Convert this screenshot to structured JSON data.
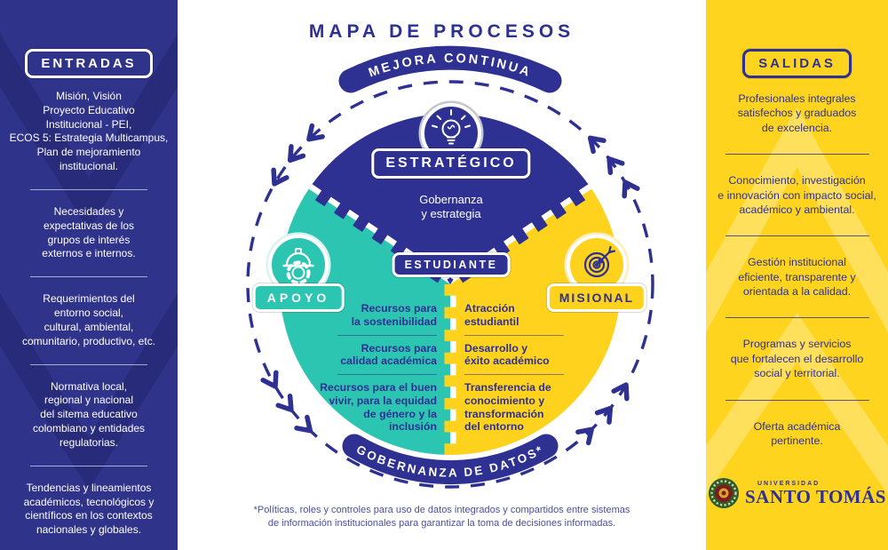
{
  "title": "MAPA DE PROCESOS",
  "colors": {
    "navy": "#2e3192",
    "teal": "#2cc5b2",
    "yellow": "#ffd21e",
    "panel_navy": "#30338a",
    "panel_yellow": "#ffd41f",
    "footnote": "#4b4fa0"
  },
  "entradas": {
    "header": "ENTRADAS",
    "items": [
      "Misión, Visión\nProyecto Educativo\nInstitucional - PEI,\nECOS 5: Estrategia Multicampus,\nPlan de mejoramiento\ninstitucional.",
      "Necesidades y\nexpectativas de los\ngrupos de interés\nexternos e internos.",
      "Requerimientos del\nentorno social,\ncultural, ambiental,\ncomunitario, productivo, etc.",
      "Normativa local,\nregional y nacional\ndel sitema educativo\ncolombiano y entidades\nregulatorias.",
      "Tendencias y lineamientos\nacadémicos, tecnológicos y\ncientíficos en los contextos\nnacionales y globales."
    ]
  },
  "salidas": {
    "header": "SALIDAS",
    "items": [
      "Profesionales integrales\nsatisfechos y graduados\nde excelencia.",
      "Conocimiento, investigación\ne innovación con impacto social,\nacadémico y ambiental.",
      "Gestión institucional\neficiente, transparente y\norientada a la calidad.",
      "Programas y servicios\nque fortalecen el desarrollo\nsocial y territorial.",
      "Oferta académica\npertinente."
    ]
  },
  "diagram": {
    "banner_top": "MEJORA CONTINUA",
    "banner_bottom": "GOBERNANZA DE DATOS*",
    "center_label": "ESTUDIANTE",
    "estrategico": {
      "label": "ESTRATÉGICO",
      "description": "Gobernanza\ny estrategia",
      "icon": "lightbulb-icon"
    },
    "apoyo": {
      "label": "APOYO",
      "icon": "hardhat-gear-icon",
      "items": [
        "Recursos para\nla sostenibilidad",
        "Recursos para\ncalidad académica",
        "Recursos para el buen\nvivir, para la equidad\nde género y la\ninclusión"
      ]
    },
    "misional": {
      "label": "MISIONAL",
      "icon": "target-arrow-icon",
      "items": [
        "Atracción\nestudiantil",
        "Desarrollo y\néxito académico",
        "Transferencia de\nconocimiento y\ntransformación\ndel entorno"
      ]
    }
  },
  "footnote": "*Políticas, roles y controles para uso de datos integrados y compartidos entre sistemas\nde información institucionales para garantizar la toma de decisiones informadas.",
  "logo": {
    "top": "UNIVERSIDAD",
    "name": "SANTO TOMÁS"
  }
}
